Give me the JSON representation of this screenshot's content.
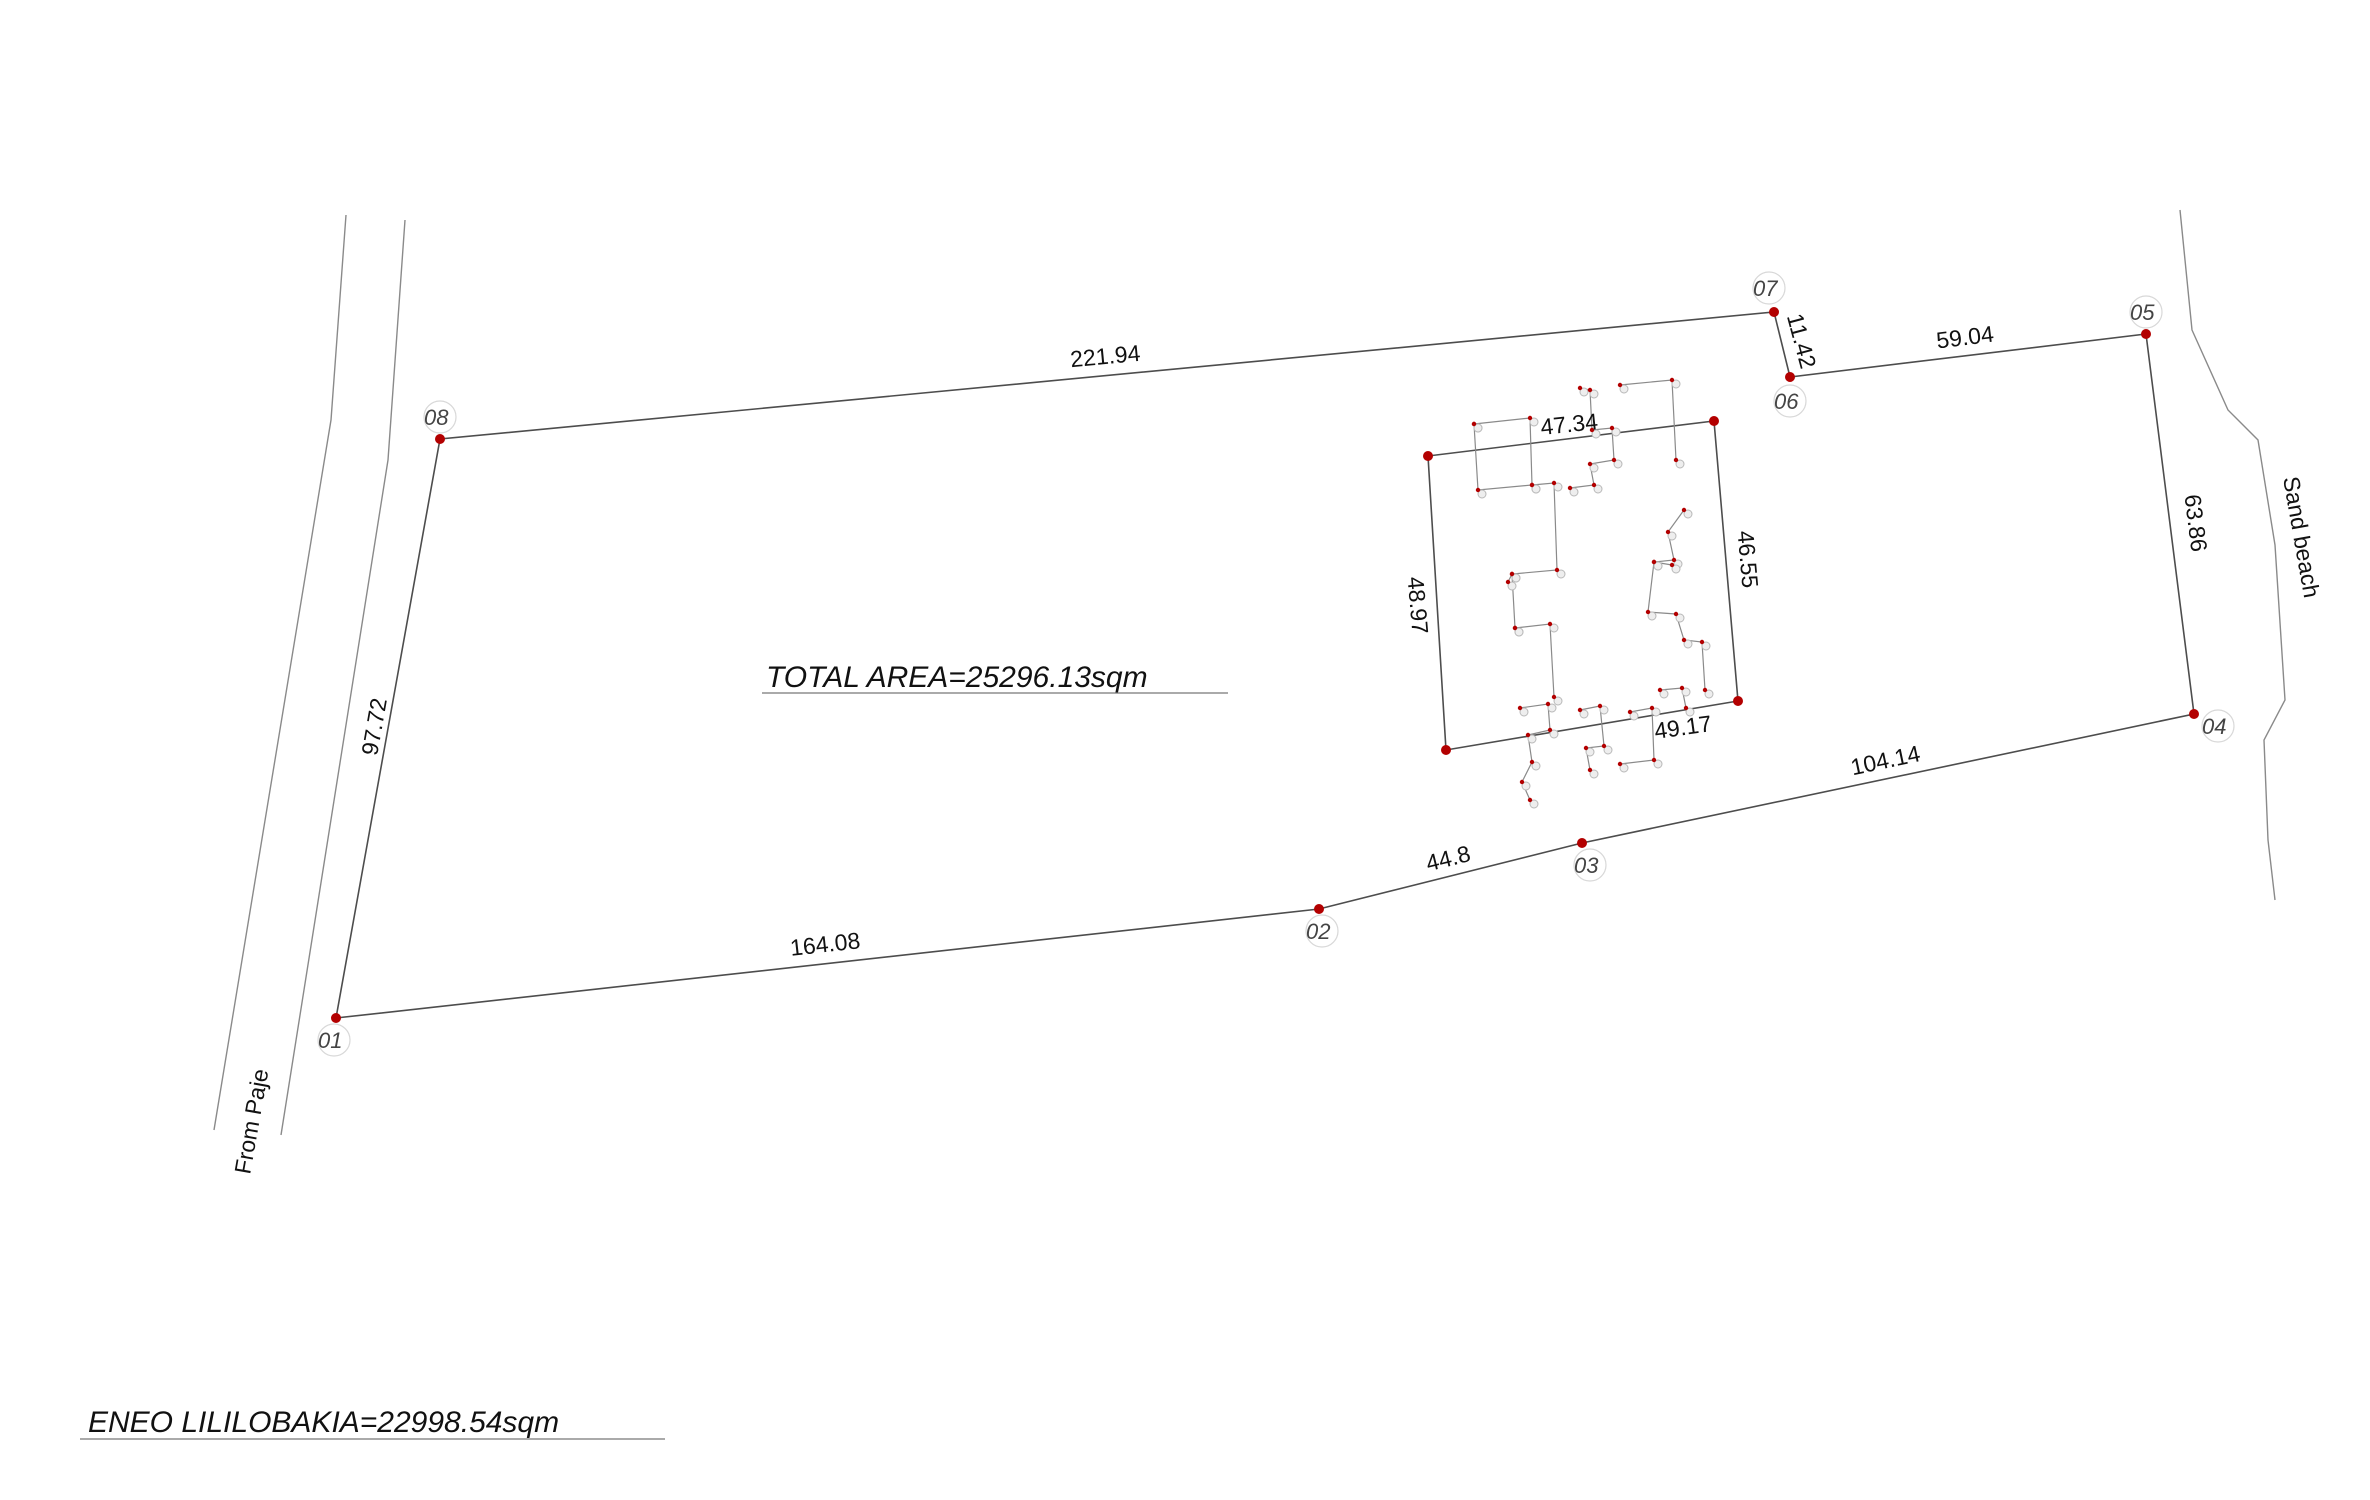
{
  "plan": {
    "total_area_label": "TOTAL AREA=25296.13sqm",
    "bottom_label": "ENEO LILILOBAKIA=22998.54sqm",
    "road_label": "From Paje",
    "beach_label": "Sand beach"
  },
  "points": [
    {
      "id": "01"
    },
    {
      "id": "02"
    },
    {
      "id": "03"
    },
    {
      "id": "04"
    },
    {
      "id": "05"
    },
    {
      "id": "06"
    },
    {
      "id": "07"
    },
    {
      "id": "08"
    }
  ],
  "edges": [
    {
      "from": "01",
      "to": "02",
      "length": "164.08"
    },
    {
      "from": "02",
      "to": "03",
      "length": "44.8"
    },
    {
      "from": "03",
      "to": "04",
      "length": "104.14"
    },
    {
      "from": "04",
      "to": "05",
      "length": "63.86"
    },
    {
      "from": "05",
      "to": "06",
      "length": "59.04"
    },
    {
      "from": "06",
      "to": "07",
      "length": "11.42"
    },
    {
      "from": "07",
      "to": "08",
      "length": "221.94"
    },
    {
      "from": "08",
      "to": "01",
      "length": "97.72"
    }
  ],
  "inner_plot": {
    "top": "47.34",
    "right": "46.55",
    "bottom": "49.17",
    "left": "48.97"
  },
  "colors": {
    "vertex": "#b30000",
    "line": "#4d4d4d"
  }
}
